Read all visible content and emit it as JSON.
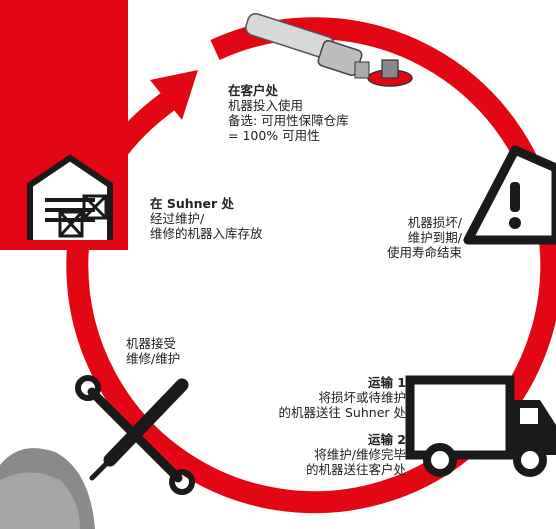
{
  "customer": {
    "title": "在客户处",
    "line1": "机器投入使用",
    "line2": "备选: 可用性保障仓库",
    "line3": "= 100% 可用性"
  },
  "suhner": {
    "title": "在 Suhner 处",
    "line1": "经过维护/",
    "line2": "维修的机器入库存放"
  },
  "damage": {
    "line1": "机器损坏/",
    "line2": "维护到期/",
    "line3": "使用寿命结束"
  },
  "repair": {
    "line1": "机器接受",
    "line2": "维修/维护"
  },
  "transport1": {
    "title": "运输 1",
    "line1": "将损坏或待维护",
    "line2": "的机器送往 Suhner 处"
  },
  "transport2": {
    "title": "运输 2",
    "line1": "将维护/维修完毕",
    "line2": "的机器送往客户处"
  },
  "colors": {
    "accent": "#e30613",
    "icon": "#1a1a1a"
  },
  "icons": [
    "angle-grinder-icon",
    "warehouse-icon",
    "warning-icon",
    "truck-icon",
    "tools-icon",
    "person-photo"
  ]
}
